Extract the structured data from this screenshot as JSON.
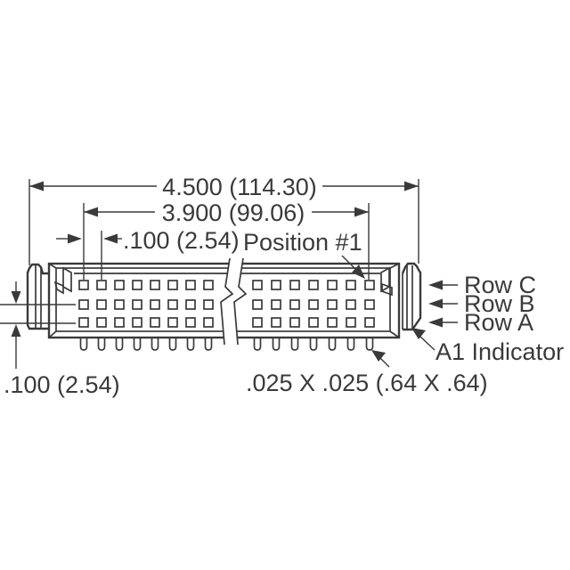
{
  "labels": {
    "dim_overall": "4.500 (114.30)",
    "dim_pin_span": "3.900 (99.06)",
    "dim_pin_pitch": ".100 (2.54)",
    "position_1": "Position #1",
    "row_c": "Row C",
    "row_b": "Row B",
    "row_a": "Row A",
    "a1_indicator": "A1 Indicator",
    "dim_row_pitch": ".100 (2.54)",
    "dim_tail_size": ".025 X .025 (.64 X .64)"
  },
  "colors": {
    "line": "#3a3a3a",
    "background": "#ffffff"
  }
}
